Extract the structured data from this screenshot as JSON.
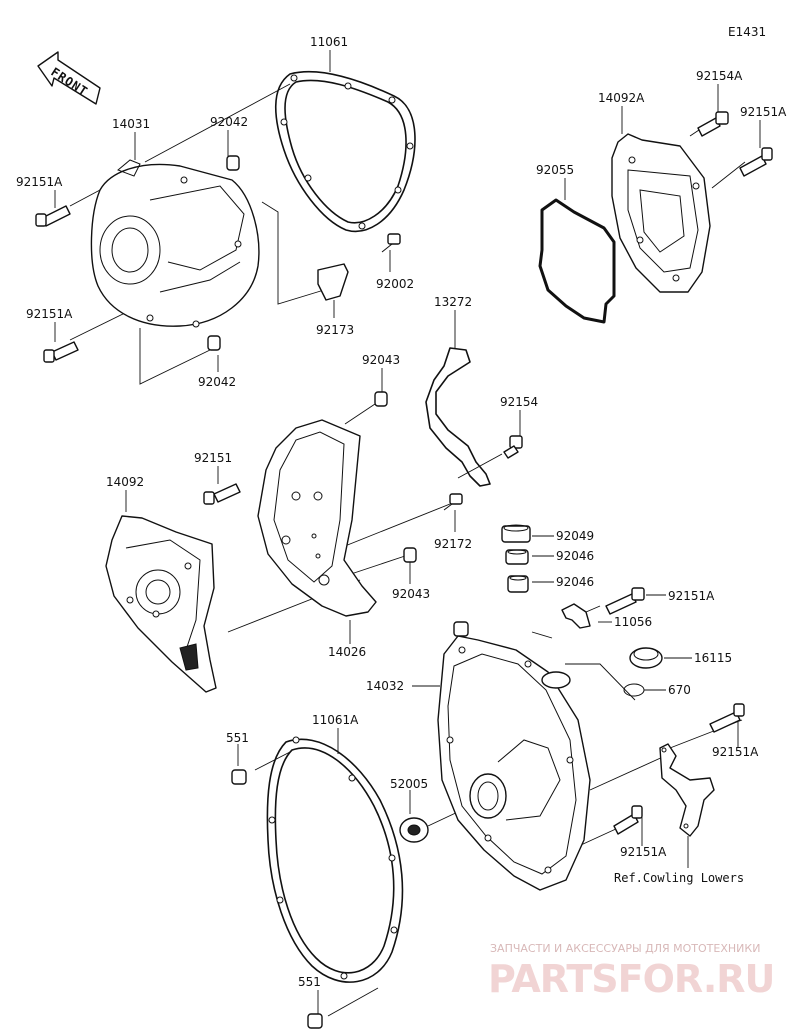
{
  "diagram": {
    "code": "E1431",
    "front_label": "FRONT",
    "labels": [
      "11061",
      "14031",
      "92042",
      "92151A",
      "92002",
      "92173",
      "92151A",
      "92042",
      "14092A",
      "92154A",
      "92151A",
      "92055",
      "13272",
      "92043",
      "92154",
      "92151",
      "14092",
      "92172",
      "92043",
      "14026",
      "92049",
      "92046",
      "92046",
      "92151A",
      "11056",
      "16115",
      "670",
      "14032",
      "11061A",
      "551",
      "52005",
      "92151A",
      "92151A",
      "551"
    ],
    "reference_note": "Ref.Cowling Lowers"
  },
  "watermark": {
    "line1": "ЗАПЧАСТИ И АКСЕССУАРЫ ДЛЯ МОТОТЕХНИКИ",
    "line2": "PARTSFOR.RU"
  }
}
